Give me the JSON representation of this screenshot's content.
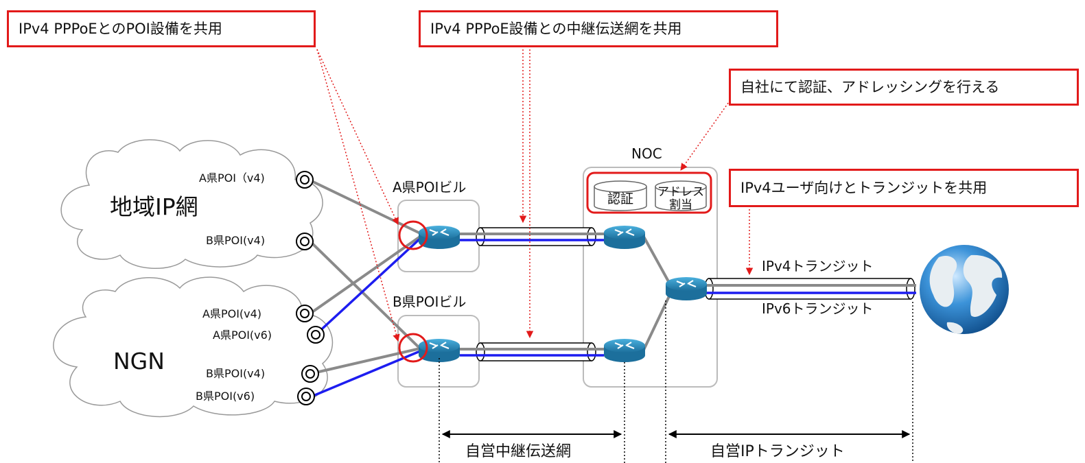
{
  "callouts": {
    "poi_share": "IPv4 PPPoEとのPOI設備を共用",
    "relay_share": "IPv4 PPPoE設備との中継伝送網を共用",
    "auth": "自社にて認証、アドレッシングを行える",
    "transit_share": "IPv4ユーザ向けとトランジットを共用"
  },
  "clouds": {
    "regional": "地域IP網",
    "ngn": "NGN"
  },
  "poi_ports": {
    "a_v4_regional": "A県POI（v4)",
    "b_v4_regional": "B県POI(v4)",
    "a_v4_ngn": "A県POI(v4)",
    "a_v6_ngn": "A県POI(v6)",
    "b_v4_ngn": "B県POI(v4)",
    "b_v6_ngn": "B県POI(v6)"
  },
  "buildings": {
    "a": "A県POIビル",
    "b": "B県POIビル",
    "noc": "NOC"
  },
  "databases": {
    "auth": "認証",
    "addr_line1": "アドレス",
    "addr_line2": "割当"
  },
  "transit": {
    "ipv4": "IPv4トランジット",
    "ipv6": "IPv6トランジット"
  },
  "spans": {
    "relay": "自営中継伝送網",
    "ip_transit": "自営IPトランジット"
  },
  "colors": {
    "callout_border": "#e21a1a",
    "ipv6_line": "#1d1df0",
    "ipv4_line": "#8a8a8a",
    "router": "#2a8fc0"
  },
  "icons": {
    "router": "router-icon",
    "globe": "globe-icon",
    "port": "port-icon",
    "database": "database-icon",
    "cloud": "cloud-icon"
  }
}
